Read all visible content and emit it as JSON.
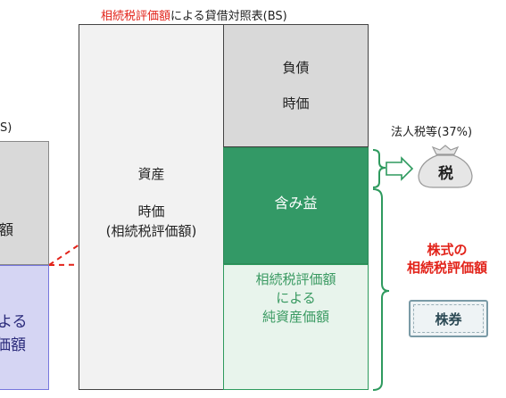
{
  "title": {
    "highlight": "相続税評価額",
    "rest": "による貸借対照表(BS)"
  },
  "left_bs": {
    "header_fragment": "S)",
    "top_text": "額",
    "bottom_lines": [
      "よる",
      "価額"
    ]
  },
  "main_bs": {
    "asset": {
      "lines": [
        "資産",
        "時価",
        "(相続税評価額)"
      ]
    },
    "liability": {
      "lines": [
        "負債",
        "時価"
      ]
    },
    "unrealized_gain": {
      "label": "含み益"
    },
    "net_assets": {
      "lines": [
        "相続税評価額",
        "による",
        "純資産価額"
      ]
    }
  },
  "tax": {
    "label": "法人税等(37%)",
    "bag_text": "税"
  },
  "stock_valuation": {
    "lines": [
      "株式の",
      "相続税評価額"
    ],
    "certificate_text": "株券"
  },
  "colors": {
    "accent_red": "#e2231a",
    "dark_green": "#339966",
    "light_green": "#e8f4ec",
    "green_border": "#2e9a5e",
    "green_text": "#3a9a62",
    "gray": "#d9d9d9",
    "lavender": "#d5d5f3",
    "lavender_border": "#7777dd",
    "navy_text": "#2a2a7a"
  }
}
